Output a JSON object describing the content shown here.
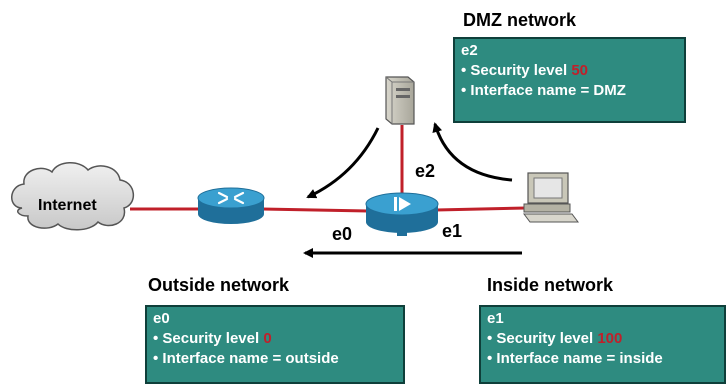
{
  "dmz": {
    "heading": "DMZ network",
    "interface": "e2",
    "security_prefix": "• Security level ",
    "security_level": "50",
    "name_line": "• Interface name = DMZ"
  },
  "outside": {
    "heading": "Outside network",
    "interface": "e0",
    "security_prefix": "• Security level ",
    "security_level": "0",
    "name_line": "• Interface name = outside"
  },
  "inside": {
    "heading": "Inside network",
    "interface": "e1",
    "security_prefix": "• Security level ",
    "security_level": "100",
    "name_line": "• Interface name = inside"
  },
  "labels": {
    "internet": "Internet",
    "e0": "e0",
    "e1": "e1",
    "e2": "e2"
  },
  "icons": [
    "cloud-icon",
    "router-icon",
    "firewall-icon",
    "server-icon",
    "workstation-icon"
  ],
  "colors": {
    "link": "#c0202a",
    "box_fill": "#2e8b80",
    "security_value": "#c0202a",
    "device_blue": "#2a8fc0"
  }
}
